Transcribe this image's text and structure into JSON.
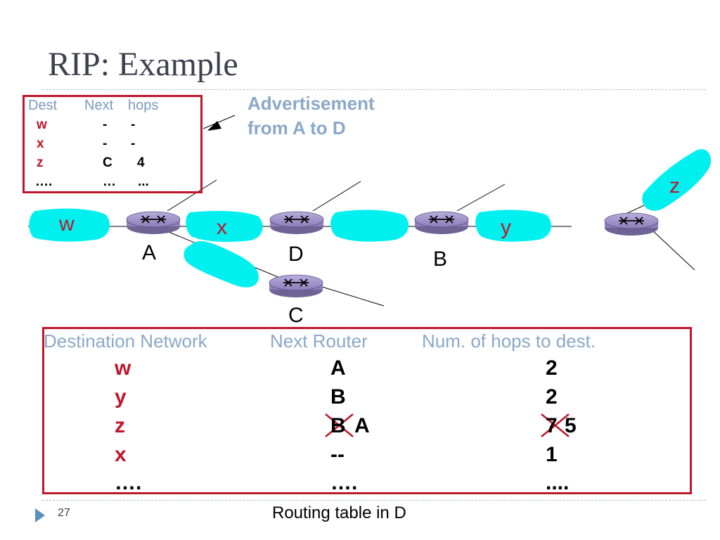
{
  "title": "RIP: Example",
  "advertisement": {
    "label_line1": "Advertisement",
    "label_line2": "from A to D",
    "headers": [
      "Dest",
      "Next",
      "hops"
    ],
    "rows": [
      {
        "dest": "w",
        "next": "-",
        "hops": "-"
      },
      {
        "dest": "x",
        "next": "-",
        "hops": "-"
      },
      {
        "dest": "z",
        "next": "C",
        "hops": "4"
      },
      {
        "dest": "….",
        "next": "…",
        "hops": "..."
      }
    ]
  },
  "networks": {
    "w": "w",
    "x": "x",
    "y": "y",
    "z": "z"
  },
  "routers": {
    "A": "A",
    "D": "D",
    "B": "B",
    "C": "C"
  },
  "routing_table": {
    "headers": [
      "Destination Network",
      "Next  Router",
      "Num. of hops to dest."
    ],
    "rows": [
      {
        "dest": "w",
        "next_old": "",
        "next": "A",
        "hops_old": "",
        "hops": "2"
      },
      {
        "dest": "y",
        "next_old": "",
        "next": "B",
        "hops_old": "",
        "hops": "2"
      },
      {
        "dest": "z",
        "next_old": "B",
        "next": "A",
        "hops_old": "7",
        "hops": "5"
      },
      {
        "dest": "x",
        "next_old": "",
        "next": "--",
        "hops_old": "",
        "hops": "1"
      },
      {
        "dest": "….",
        "next_old": "",
        "next": "….",
        "hops_old": "",
        "hops": "...."
      }
    ]
  },
  "caption": "Routing table in D",
  "page_number": "27",
  "colors": {
    "highlight": "#c0152a",
    "network": "#00f0f0",
    "router": "#9d8fc4",
    "header_text": "#8aa8c8"
  }
}
